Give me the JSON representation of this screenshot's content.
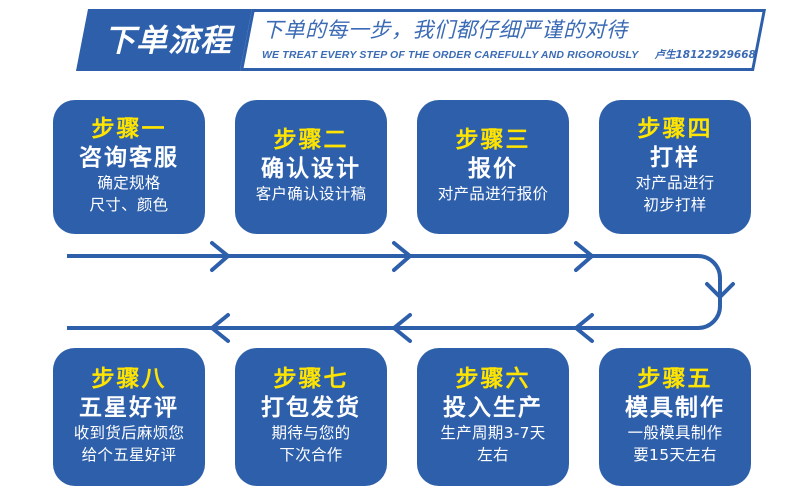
{
  "header": {
    "tag_label": "下单流程",
    "headline_cn": "下单的每一步，我们都仔细严谨的对待",
    "subtitle_en": "WE TREAT EVERY STEP OF THE ORDER CAREFULLY AND RIGOROUSLY",
    "contact": "卢生18122929668"
  },
  "colors": {
    "brand_blue": "#2E5FAB",
    "accent_yellow": "#FFE400",
    "text_blue": "#3B6BB5",
    "background": "#FFFFFF"
  },
  "flow": {
    "row1_direction": "left-to-right",
    "row2_direction": "right-to-left",
    "turn_side": "right",
    "steps": [
      {
        "num": "步骤一",
        "title": "咨询客服",
        "desc": [
          "确定规格",
          "尺寸、颜色"
        ]
      },
      {
        "num": "步骤二",
        "title": "确认设计",
        "desc": [
          "客户确认设计稿"
        ]
      },
      {
        "num": "步骤三",
        "title": "报价",
        "desc": [
          "对产品进行报价"
        ]
      },
      {
        "num": "步骤四",
        "title": "打样",
        "desc": [
          "对产品进行",
          "初步打样"
        ]
      },
      {
        "num": "步骤五",
        "title": "模具制作",
        "desc": [
          "一般模具制作",
          "要15天左右"
        ]
      },
      {
        "num": "步骤六",
        "title": "投入生产",
        "desc": [
          "生产周期3-7天",
          "左右"
        ]
      },
      {
        "num": "步骤七",
        "title": "打包发货",
        "desc": [
          "期待与您的",
          "下次合作"
        ]
      },
      {
        "num": "步骤八",
        "title": "五星好评",
        "desc": [
          "收到货后麻烦您",
          "给个五星好评"
        ]
      }
    ]
  }
}
